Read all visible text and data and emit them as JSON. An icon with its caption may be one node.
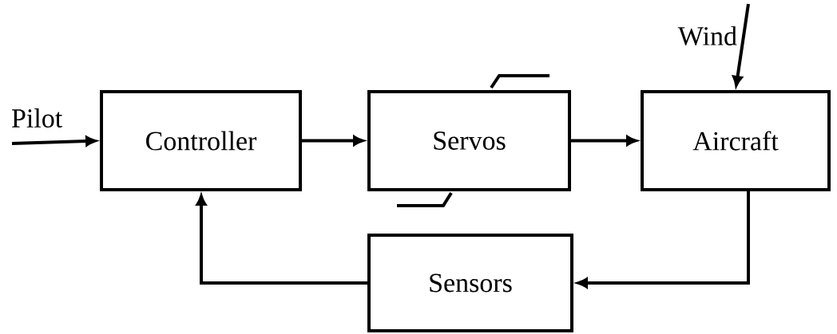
{
  "diagram": {
    "nodes": [
      {
        "text": [
          "Controller"
        ]
      },
      {
        "text": [
          "Servos"
        ]
      },
      {
        "text": [
          "Aircraft"
        ]
      },
      {
        "text": [
          "Sensors"
        ]
      }
    ],
    "edges": [
      {
        "from": null,
        "to": 0,
        "arrow": "to",
        "label": "Pilot"
      },
      {
        "from": 0,
        "to": 1,
        "arrow": "to"
      },
      {
        "from": 1,
        "to": 2,
        "arrow": "to"
      },
      {
        "from": null,
        "to": 2,
        "arrow": "to",
        "label": "Wind"
      },
      {
        "from": 2,
        "to": 3,
        "arrow": "to"
      },
      {
        "from": 3,
        "to": 0,
        "arrow": "to"
      }
    ]
  }
}
